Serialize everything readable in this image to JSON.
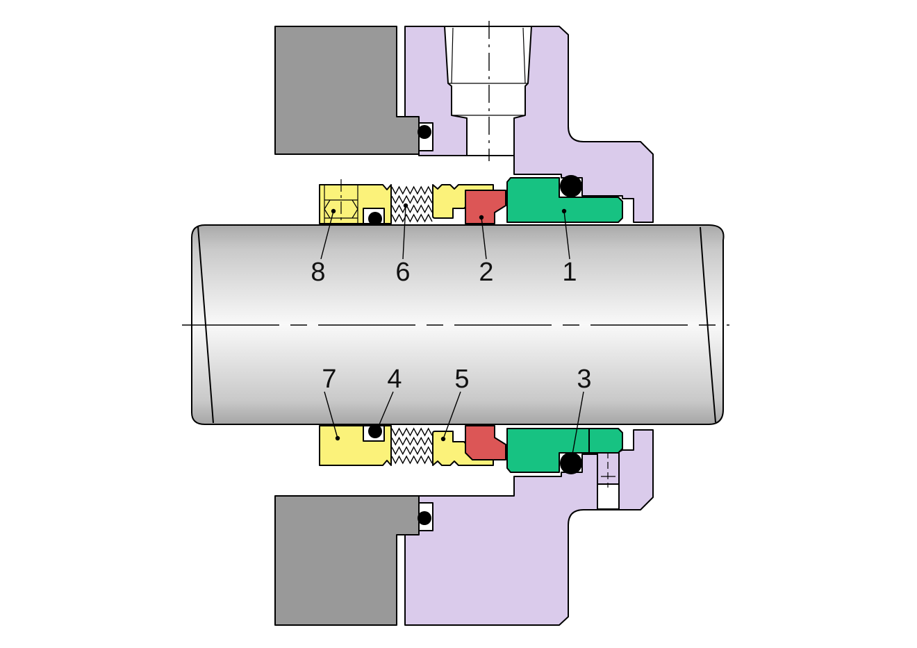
{
  "diagram": {
    "labels": [
      {
        "id": "label-1",
        "text": "1"
      },
      {
        "id": "label-2",
        "text": "2"
      },
      {
        "id": "label-3",
        "text": "3"
      },
      {
        "id": "label-4",
        "text": "4"
      },
      {
        "id": "label-5",
        "text": "5"
      },
      {
        "id": "label-6",
        "text": "6"
      },
      {
        "id": "label-7",
        "text": "7"
      },
      {
        "id": "label-8",
        "text": "8"
      }
    ],
    "colors": {
      "housing": "#999999",
      "gland": "#dacbeb",
      "stationary_seat": "#17c282",
      "rotating_face": "#dc5656",
      "spring_holder": "#fbf27a",
      "o_ring": "#000000",
      "shaft_light": "#f7f7f7",
      "shaft_dark": "#a8a8a8",
      "centerline": "#000000"
    }
  }
}
